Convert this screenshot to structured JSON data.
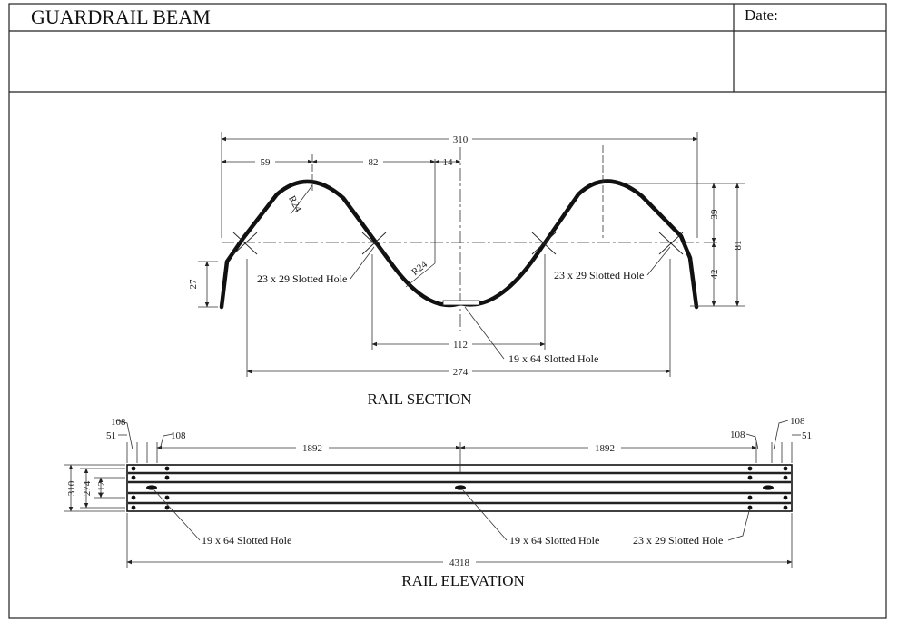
{
  "title_block": {
    "title": "GUARDRAIL BEAM",
    "date_label": "Date:"
  },
  "rail_section": {
    "caption": "RAIL SECTION",
    "dims": {
      "overall_width": "310",
      "left_segment": "59",
      "mid_segment": "82",
      "center_offset": "14",
      "upper_height": "39",
      "total_height": "81",
      "lower_height": "42",
      "flange": "27",
      "hole_spacing_inner": "112",
      "hole_spacing_outer": "274",
      "radius_top": "R24",
      "radius_bottom": "R24"
    },
    "notes": {
      "slot_left": "23 x 29 Slotted Hole",
      "slot_right": "23 x 29 Slotted Hole",
      "slot_center": "19 x 64 Slotted Hole"
    }
  },
  "rail_elevation": {
    "caption": "RAIL ELEVATION",
    "dims": {
      "left_108_top": "108",
      "left_51": "51",
      "left_108_inner": "108",
      "span_left": "1892",
      "span_right": "1892",
      "right_108_inner": "108",
      "right_108_top": "108",
      "right_51": "51",
      "overall_length": "4318",
      "height_310": "310",
      "height_274": "274",
      "height_112": "112"
    },
    "notes": {
      "slot_left": "19 x 64 Slotted Hole",
      "slot_center": "19 x 64 Slotted Hole",
      "slot_right": "23 x 29 Slotted Hole"
    }
  }
}
